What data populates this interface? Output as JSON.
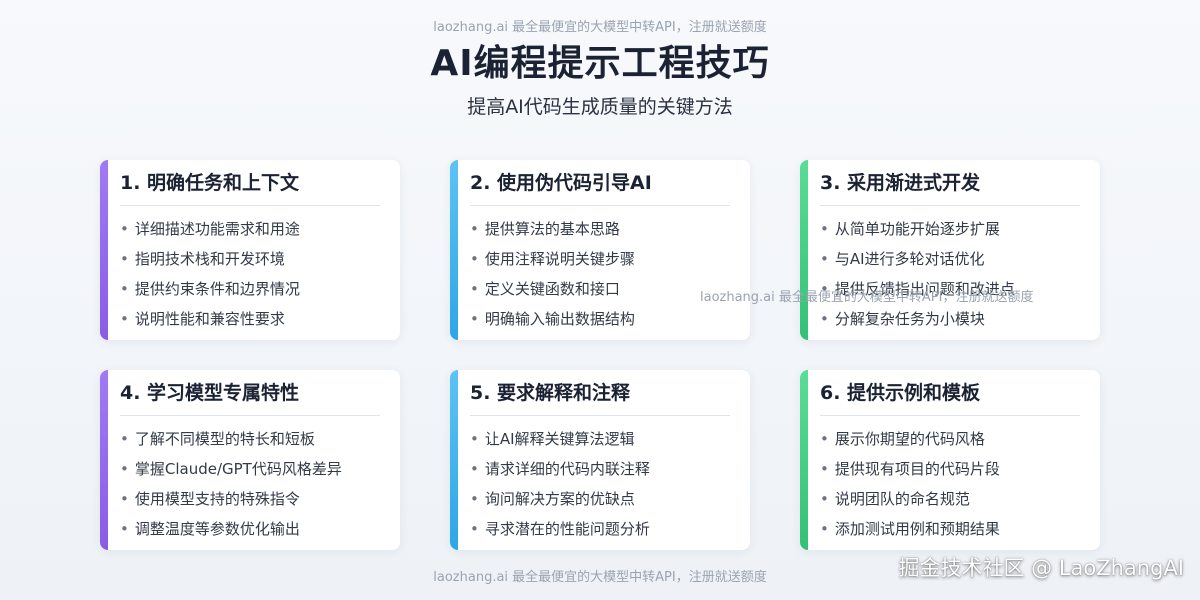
{
  "watermark": "laozhang.ai 最全最便宜的大模型中转API，注册就送额度",
  "title": "AI编程提示工程技巧",
  "subtitle": "提高AI代码生成质量的关键方法",
  "colors": {
    "purple": "#9b6cf0",
    "blue": "#3fb3ee",
    "green": "#43cf85"
  },
  "cards": [
    {
      "title": "1. 明确任务和上下文",
      "items": [
        "详细描述功能需求和用途",
        "指明技术栈和开发环境",
        "提供约束条件和边界情况",
        "说明性能和兼容性要求"
      ]
    },
    {
      "title": "2. 使用伪代码引导AI",
      "items": [
        "提供算法的基本思路",
        "使用注释说明关键步骤",
        "定义关键函数和接口",
        "明确输入输出数据结构"
      ]
    },
    {
      "title": "3. 采用渐进式开发",
      "items": [
        "从简单功能开始逐步扩展",
        "与AI进行多轮对话优化",
        "提供反馈指出问题和改进点",
        "分解复杂任务为小模块"
      ]
    },
    {
      "title": "4. 学习模型专属特性",
      "items": [
        "了解不同模型的特长和短板",
        "掌握Claude/GPT代码风格差异",
        "使用模型支持的特殊指令",
        "调整温度等参数优化输出"
      ]
    },
    {
      "title": "5. 要求解释和注释",
      "items": [
        "让AI解释关键算法逻辑",
        "请求详细的代码内联注释",
        "询问解决方案的优缺点",
        "寻求潜在的性能问题分析"
      ]
    },
    {
      "title": "6. 提供示例和模板",
      "items": [
        "展示你期望的代码风格",
        "提供现有项目的代码片段",
        "说明团队的命名规范",
        "添加测试用例和预期结果"
      ]
    }
  ],
  "brand": "掘金技术社区 @ LaoZhangAI"
}
